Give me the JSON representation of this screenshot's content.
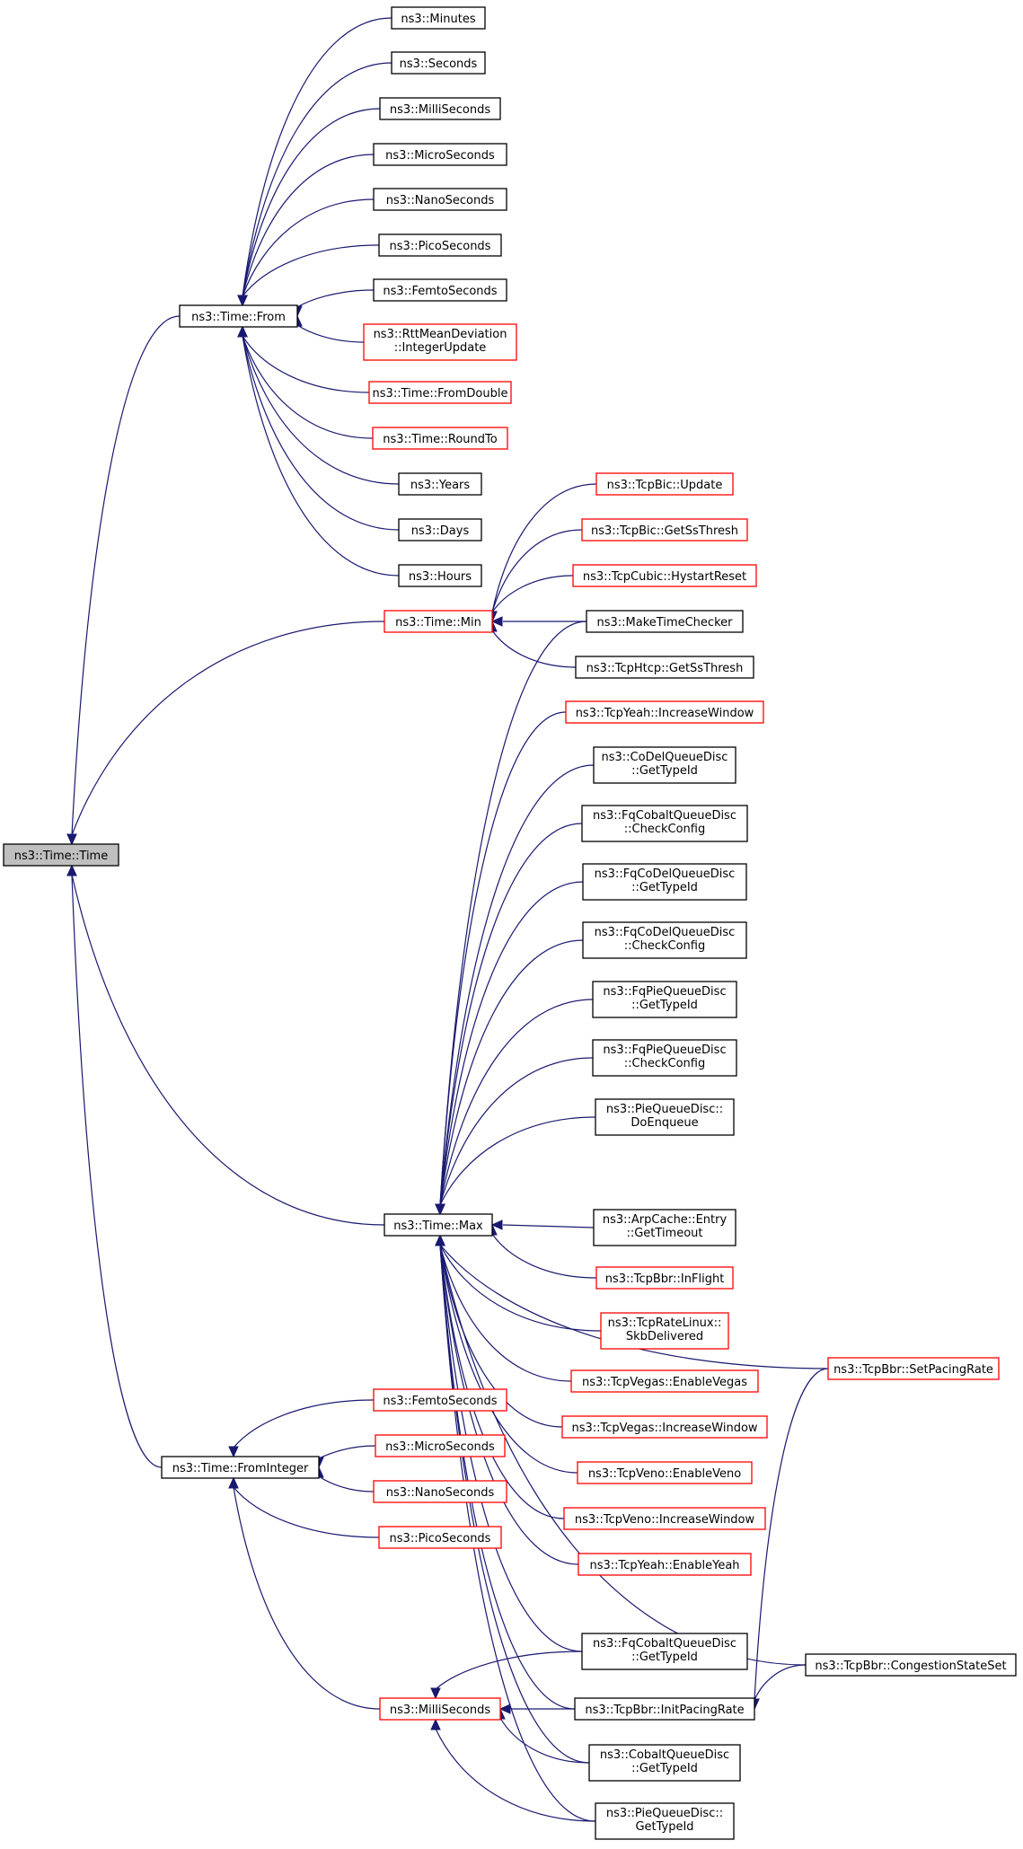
{
  "colors": {
    "edge": "#191970",
    "black_border": "#000000",
    "red_border": "#ff0000",
    "root_fill": "#bfbfbf"
  },
  "nodes": [
    {
      "id": "root",
      "lines": [
        "ns3::Time::Time"
      ],
      "style": "root"
    },
    {
      "id": "from",
      "lines": [
        "ns3::Time::From"
      ],
      "style": "black"
    },
    {
      "id": "min",
      "lines": [
        "ns3::Time::Min"
      ],
      "style": "red"
    },
    {
      "id": "max",
      "lines": [
        "ns3::Time::Max"
      ],
      "style": "black"
    },
    {
      "id": "fromint",
      "lines": [
        "ns3::Time::FromInteger"
      ],
      "style": "black"
    },
    {
      "id": "minutes",
      "lines": [
        "ns3::Minutes"
      ],
      "style": "black"
    },
    {
      "id": "seconds",
      "lines": [
        "ns3::Seconds"
      ],
      "style": "black"
    },
    {
      "id": "millis_f",
      "lines": [
        "ns3::MilliSeconds"
      ],
      "style": "black"
    },
    {
      "id": "micros_f",
      "lines": [
        "ns3::MicroSeconds"
      ],
      "style": "black"
    },
    {
      "id": "nanos_f",
      "lines": [
        "ns3::NanoSeconds"
      ],
      "style": "black"
    },
    {
      "id": "picos_f",
      "lines": [
        "ns3::PicoSeconds"
      ],
      "style": "black"
    },
    {
      "id": "femtos_f",
      "lines": [
        "ns3::FemtoSeconds"
      ],
      "style": "black"
    },
    {
      "id": "rttmd",
      "lines": [
        "ns3::RttMeanDeviation",
        "::IntegerUpdate"
      ],
      "style": "red"
    },
    {
      "id": "fromdouble",
      "lines": [
        "ns3::Time::FromDouble"
      ],
      "style": "red"
    },
    {
      "id": "roundto",
      "lines": [
        "ns3::Time::RoundTo"
      ],
      "style": "red"
    },
    {
      "id": "years",
      "lines": [
        "ns3::Years"
      ],
      "style": "black"
    },
    {
      "id": "days",
      "lines": [
        "ns3::Days"
      ],
      "style": "black"
    },
    {
      "id": "hours",
      "lines": [
        "ns3::Hours"
      ],
      "style": "black"
    },
    {
      "id": "bicupdate",
      "lines": [
        "ns3::TcpBic::Update"
      ],
      "style": "red"
    },
    {
      "id": "bicssth",
      "lines": [
        "ns3::TcpBic::GetSsThresh"
      ],
      "style": "red"
    },
    {
      "id": "cubichs",
      "lines": [
        "ns3::TcpCubic::HystartReset"
      ],
      "style": "red"
    },
    {
      "id": "maketc",
      "lines": [
        "ns3::MakeTimeChecker"
      ],
      "style": "black"
    },
    {
      "id": "htcpssth",
      "lines": [
        "ns3::TcpHtcp::GetSsThresh"
      ],
      "style": "black"
    },
    {
      "id": "yeahiw",
      "lines": [
        "ns3::TcpYeah::IncreaseWindow"
      ],
      "style": "red"
    },
    {
      "id": "codelgt",
      "lines": [
        "ns3::CoDelQueueDisc",
        "::GetTypeId"
      ],
      "style": "black"
    },
    {
      "id": "fqcobaltcc",
      "lines": [
        "ns3::FqCobaltQueueDisc",
        "::CheckConfig"
      ],
      "style": "black"
    },
    {
      "id": "fqcodelgt",
      "lines": [
        "ns3::FqCoDelQueueDisc",
        "::GetTypeId"
      ],
      "style": "black"
    },
    {
      "id": "fqcodelcc",
      "lines": [
        "ns3::FqCoDelQueueDisc",
        "::CheckConfig"
      ],
      "style": "black"
    },
    {
      "id": "fqpiegt",
      "lines": [
        "ns3::FqPieQueueDisc",
        "::GetTypeId"
      ],
      "style": "black"
    },
    {
      "id": "fqpiecc",
      "lines": [
        "ns3::FqPieQueueDisc",
        "::CheckConfig"
      ],
      "style": "black"
    },
    {
      "id": "piedoenq",
      "lines": [
        "ns3::PieQueueDisc::",
        "DoEnqueue"
      ],
      "style": "black"
    },
    {
      "id": "arpto",
      "lines": [
        "ns3::ArpCache::Entry",
        "::GetTimeout"
      ],
      "style": "black"
    },
    {
      "id": "bbrinflight",
      "lines": [
        "ns3::TcpBbr::InFlight"
      ],
      "style": "red"
    },
    {
      "id": "ratelinux",
      "lines": [
        "ns3::TcpRateLinux::",
        "SkbDelivered"
      ],
      "style": "red"
    },
    {
      "id": "vegasen",
      "lines": [
        "ns3::TcpVegas::EnableVegas"
      ],
      "style": "red"
    },
    {
      "id": "vegasiw",
      "lines": [
        "ns3::TcpVegas::IncreaseWindow"
      ],
      "style": "red"
    },
    {
      "id": "venoen",
      "lines": [
        "ns3::TcpVeno::EnableVeno"
      ],
      "style": "red"
    },
    {
      "id": "venoiw",
      "lines": [
        "ns3::TcpVeno::IncreaseWindow"
      ],
      "style": "red"
    },
    {
      "id": "yeahen",
      "lines": [
        "ns3::TcpYeah::EnableYeah"
      ],
      "style": "red"
    },
    {
      "id": "fqcobaltgt",
      "lines": [
        "ns3::FqCobaltQueueDisc",
        "::GetTypeId"
      ],
      "style": "black"
    },
    {
      "id": "bbrinitpr",
      "lines": [
        "ns3::TcpBbr::InitPacingRate"
      ],
      "style": "black"
    },
    {
      "id": "cobaltgt",
      "lines": [
        "ns3::CobaltQueueDisc",
        "::GetTypeId"
      ],
      "style": "black"
    },
    {
      "id": "piegt",
      "lines": [
        "ns3::PieQueueDisc::",
        "GetTypeId"
      ],
      "style": "black"
    },
    {
      "id": "bbrsetpr",
      "lines": [
        "ns3::TcpBbr::SetPacingRate"
      ],
      "style": "red"
    },
    {
      "id": "bbrcss",
      "lines": [
        "ns3::TcpBbr::CongestionStateSet"
      ],
      "style": "black"
    },
    {
      "id": "femtos_i",
      "lines": [
        "ns3::FemtoSeconds"
      ],
      "style": "red"
    },
    {
      "id": "micros_i",
      "lines": [
        "ns3::MicroSeconds"
      ],
      "style": "red"
    },
    {
      "id": "nanos_i",
      "lines": [
        "ns3::NanoSeconds"
      ],
      "style": "red"
    },
    {
      "id": "picos_i",
      "lines": [
        "ns3::PicoSeconds"
      ],
      "style": "red"
    },
    {
      "id": "millis_i",
      "lines": [
        "ns3::MilliSeconds"
      ],
      "style": "red"
    }
  ],
  "edges": [
    [
      "root",
      "from"
    ],
    [
      "root",
      "min"
    ],
    [
      "root",
      "max"
    ],
    [
      "root",
      "fromint"
    ],
    [
      "from",
      "minutes"
    ],
    [
      "from",
      "seconds"
    ],
    [
      "from",
      "millis_f"
    ],
    [
      "from",
      "micros_f"
    ],
    [
      "from",
      "nanos_f"
    ],
    [
      "from",
      "picos_f"
    ],
    [
      "from",
      "femtos_f"
    ],
    [
      "from",
      "rttmd"
    ],
    [
      "from",
      "fromdouble"
    ],
    [
      "from",
      "roundto"
    ],
    [
      "from",
      "years"
    ],
    [
      "from",
      "days"
    ],
    [
      "from",
      "hours"
    ],
    [
      "min",
      "bicupdate"
    ],
    [
      "min",
      "bicssth"
    ],
    [
      "min",
      "cubichs"
    ],
    [
      "min",
      "maketc"
    ],
    [
      "min",
      "htcpssth"
    ],
    [
      "max",
      "maketc"
    ],
    [
      "max",
      "yeahiw"
    ],
    [
      "max",
      "codelgt"
    ],
    [
      "max",
      "fqcobaltcc"
    ],
    [
      "max",
      "fqcodelgt"
    ],
    [
      "max",
      "fqcodelcc"
    ],
    [
      "max",
      "fqpiegt"
    ],
    [
      "max",
      "fqpiecc"
    ],
    [
      "max",
      "piedoenq"
    ],
    [
      "max",
      "bbrsetpr"
    ],
    [
      "max",
      "arpto"
    ],
    [
      "max",
      "bbrinflight"
    ],
    [
      "max",
      "ratelinux"
    ],
    [
      "max",
      "vegasen"
    ],
    [
      "max",
      "vegasiw"
    ],
    [
      "max",
      "venoen"
    ],
    [
      "max",
      "venoiw"
    ],
    [
      "max",
      "yeahen"
    ],
    [
      "max",
      "bbrcss"
    ],
    [
      "max",
      "fqcobaltgt"
    ],
    [
      "max",
      "bbrinitpr"
    ],
    [
      "max",
      "cobaltgt"
    ],
    [
      "max",
      "piegt"
    ],
    [
      "fromint",
      "femtos_i"
    ],
    [
      "fromint",
      "micros_i"
    ],
    [
      "fromint",
      "nanos_i"
    ],
    [
      "fromint",
      "picos_i"
    ],
    [
      "fromint",
      "millis_i"
    ],
    [
      "millis_i",
      "fqcobaltgt"
    ],
    [
      "millis_i",
      "bbrinitpr"
    ],
    [
      "millis_i",
      "cobaltgt"
    ],
    [
      "millis_i",
      "piegt"
    ],
    [
      "bbrinitpr",
      "bbrsetpr"
    ],
    [
      "bbrinitpr",
      "bbrcss"
    ]
  ]
}
